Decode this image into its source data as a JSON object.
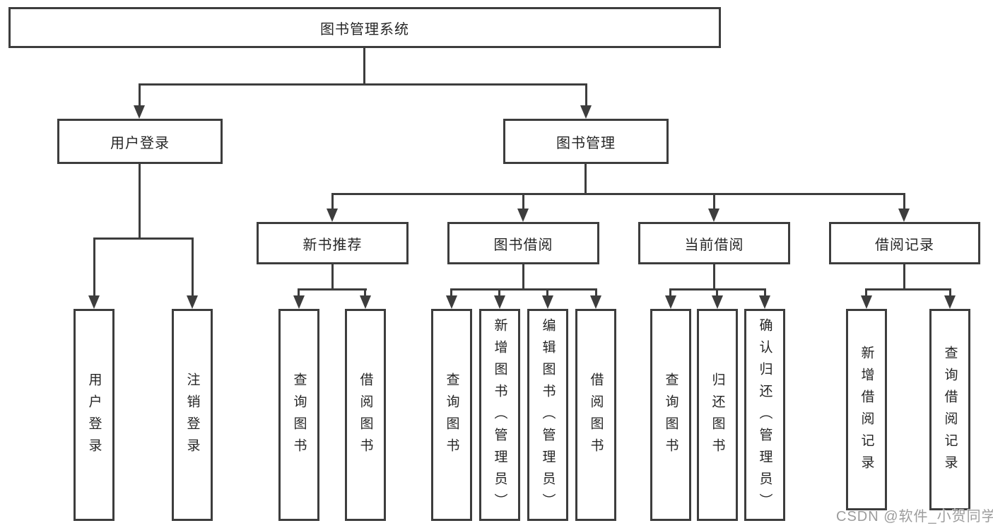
{
  "diagram": {
    "root": {
      "label": "图书管理系统"
    },
    "branches": [
      {
        "label": "用户登录",
        "children": [
          {
            "label": "用户登录"
          },
          {
            "label": "注销登录"
          }
        ]
      },
      {
        "label": "图书管理",
        "children": [
          {
            "label": "新书推荐",
            "children": [
              {
                "label": "查询图书"
              },
              {
                "label": "借阅图书"
              }
            ]
          },
          {
            "label": "图书借阅",
            "children": [
              {
                "label": "查询图书"
              },
              {
                "label": "新增图书（管理员）"
              },
              {
                "label": "编辑图书（管理员）"
              },
              {
                "label": "借阅图书"
              }
            ]
          },
          {
            "label": "当前借阅",
            "children": [
              {
                "label": "查询图书"
              },
              {
                "label": "归还图书"
              },
              {
                "label": "确认归还（管理员）"
              }
            ]
          },
          {
            "label": "借阅记录",
            "children": [
              {
                "label": "新增借阅记录"
              },
              {
                "label": "查询借阅记录"
              }
            ]
          }
        ]
      }
    ],
    "watermark": "CSDN @软件_小贺同学",
    "colors": {
      "line": "#3d3d3d",
      "box_border": "#3d3d3d",
      "box_background": "#ffffff",
      "text": "#262626",
      "watermark": "#949494"
    }
  }
}
